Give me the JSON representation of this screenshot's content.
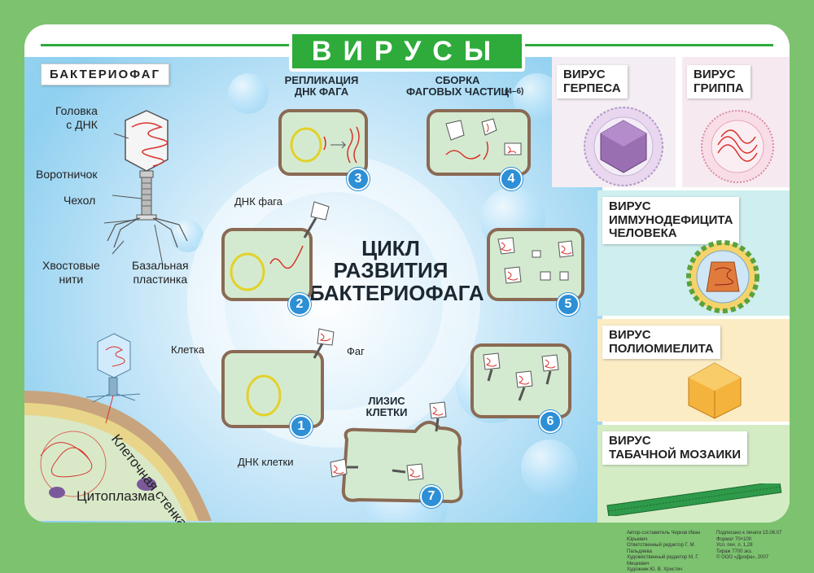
{
  "title": "ВИРУСЫ",
  "bacteriophage_section": {
    "tag": "БАКТЕРИОФАГ",
    "labels": {
      "head": "Головка\nс ДНК",
      "collar": "Воротничок",
      "sheath": "Чехол",
      "tail_fibers": "Хвостовые\nнити",
      "base_plate": "Базальная\nпластинка"
    },
    "cell_wall": "Клеточная стенка",
    "cytoplasm": "Цитоплазма"
  },
  "cycle": {
    "center_title": "ЦИКЛ\nРАЗВИТИЯ\nБАКТЕРИОФАГА",
    "step_titles": {
      "replication": "РЕПЛИКАЦИЯ\nДНК ФАГА",
      "assembly": "СБОРКА\nФАГОВЫХ ЧАСТИЦ",
      "assembly_range": "(4–6)",
      "lysis": "ЛИЗИС\nКЛЕТКИ"
    },
    "labels": {
      "phage_dna": "ДНК фага",
      "cell": "Клетка",
      "phage": "Фаг",
      "cell_dna": "ДНК клетки"
    },
    "numbers": [
      "1",
      "2",
      "3",
      "4",
      "5",
      "6",
      "7"
    ]
  },
  "viruses": {
    "herpes": "ВИРУС\nГЕРПЕСА",
    "influenza": "ВИРУС\nГРИППА",
    "hiv": "ВИРУС\nИММУНОДЕФИЦИТА\nЧЕЛОВЕКА",
    "polio": "ВИРУС\nПОЛИОМИЕЛИТА",
    "tobacco": "ВИРУС\nТАБАЧНОЙ МОЗАИКИ"
  },
  "credits": {
    "left": "Автор-составитель Черков Иван Юрьевич\nОтветственный редактор Г. М. Пальдяева\nХудожественный редактор М. Г. Мицкевич\nХудожник Ю. В. Христич\nКорректор Л. А. Малинина",
    "right": "Подписано к печати 15.06.07\nФормат 70×100\nУсл. печ. л. 1,28\nТираж 7700 экз.\n© ООО «Дрофа», 2007"
  },
  "colors": {
    "frame_green": "#7cc26f",
    "title_green": "#2eab3b",
    "cell_fill": "#d4ead0",
    "cell_border": "#8a6a54",
    "number_blue": "#2d8fd5"
  }
}
